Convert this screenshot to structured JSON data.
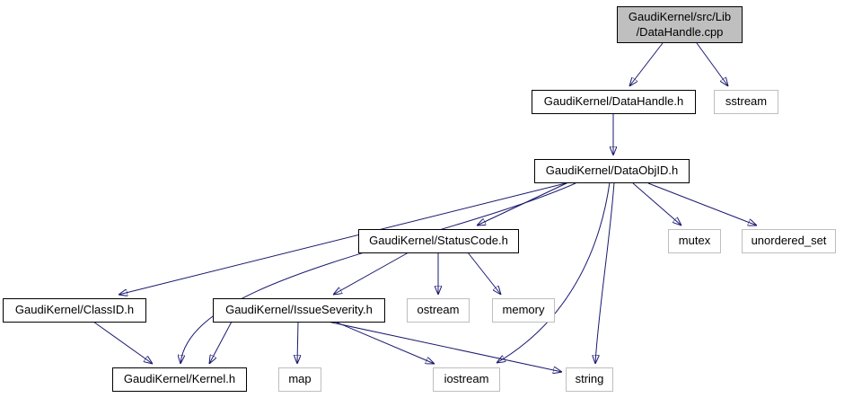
{
  "nodes": [
    {
      "id": "datahandle-cpp",
      "label": "GaudiKernel/src/Lib\n/DataHandle.cpp",
      "kind": "root"
    },
    {
      "id": "datahandle-h",
      "label": "GaudiKernel/DataHandle.h",
      "kind": "project"
    },
    {
      "id": "sstream",
      "label": "sstream",
      "kind": "system"
    },
    {
      "id": "dataobjid-h",
      "label": "GaudiKernel/DataObjID.h",
      "kind": "project"
    },
    {
      "id": "statuscode-h",
      "label": "GaudiKernel/StatusCode.h",
      "kind": "project"
    },
    {
      "id": "mutex",
      "label": "mutex",
      "kind": "system"
    },
    {
      "id": "unordered-set",
      "label": "unordered_set",
      "kind": "system"
    },
    {
      "id": "classid-h",
      "label": "GaudiKernel/ClassID.h",
      "kind": "project"
    },
    {
      "id": "issueseverity-h",
      "label": "GaudiKernel/IssueSeverity.h",
      "kind": "project"
    },
    {
      "id": "ostream",
      "label": "ostream",
      "kind": "system"
    },
    {
      "id": "memory",
      "label": "memory",
      "kind": "system"
    },
    {
      "id": "kernel-h",
      "label": "GaudiKernel/Kernel.h",
      "kind": "project"
    },
    {
      "id": "map",
      "label": "map",
      "kind": "system"
    },
    {
      "id": "iostream",
      "label": "iostream",
      "kind": "system"
    },
    {
      "id": "string",
      "label": "string",
      "kind": "system"
    }
  ],
  "edges": [
    {
      "from": "datahandle-cpp",
      "to": "datahandle-h"
    },
    {
      "from": "datahandle-cpp",
      "to": "sstream"
    },
    {
      "from": "datahandle-h",
      "to": "dataobjid-h"
    },
    {
      "from": "dataobjid-h",
      "to": "classid-h"
    },
    {
      "from": "dataobjid-h",
      "to": "statuscode-h"
    },
    {
      "from": "dataobjid-h",
      "to": "kernel-h"
    },
    {
      "from": "dataobjid-h",
      "to": "mutex"
    },
    {
      "from": "dataobjid-h",
      "to": "unordered-set"
    },
    {
      "from": "dataobjid-h",
      "to": "iostream"
    },
    {
      "from": "dataobjid-h",
      "to": "string"
    },
    {
      "from": "statuscode-h",
      "to": "issueseverity-h"
    },
    {
      "from": "statuscode-h",
      "to": "ostream"
    },
    {
      "from": "statuscode-h",
      "to": "memory"
    },
    {
      "from": "classid-h",
      "to": "kernel-h"
    },
    {
      "from": "issueseverity-h",
      "to": "kernel-h"
    },
    {
      "from": "issueseverity-h",
      "to": "map"
    },
    {
      "from": "issueseverity-h",
      "to": "iostream"
    },
    {
      "from": "issueseverity-h",
      "to": "string"
    }
  ],
  "colors": {
    "edge": "#191970",
    "project_border": "#000000",
    "system_border": "#bebebe",
    "root_fill": "#bfbfbf",
    "node_fill": "#ffffff",
    "text": "#000000"
  }
}
